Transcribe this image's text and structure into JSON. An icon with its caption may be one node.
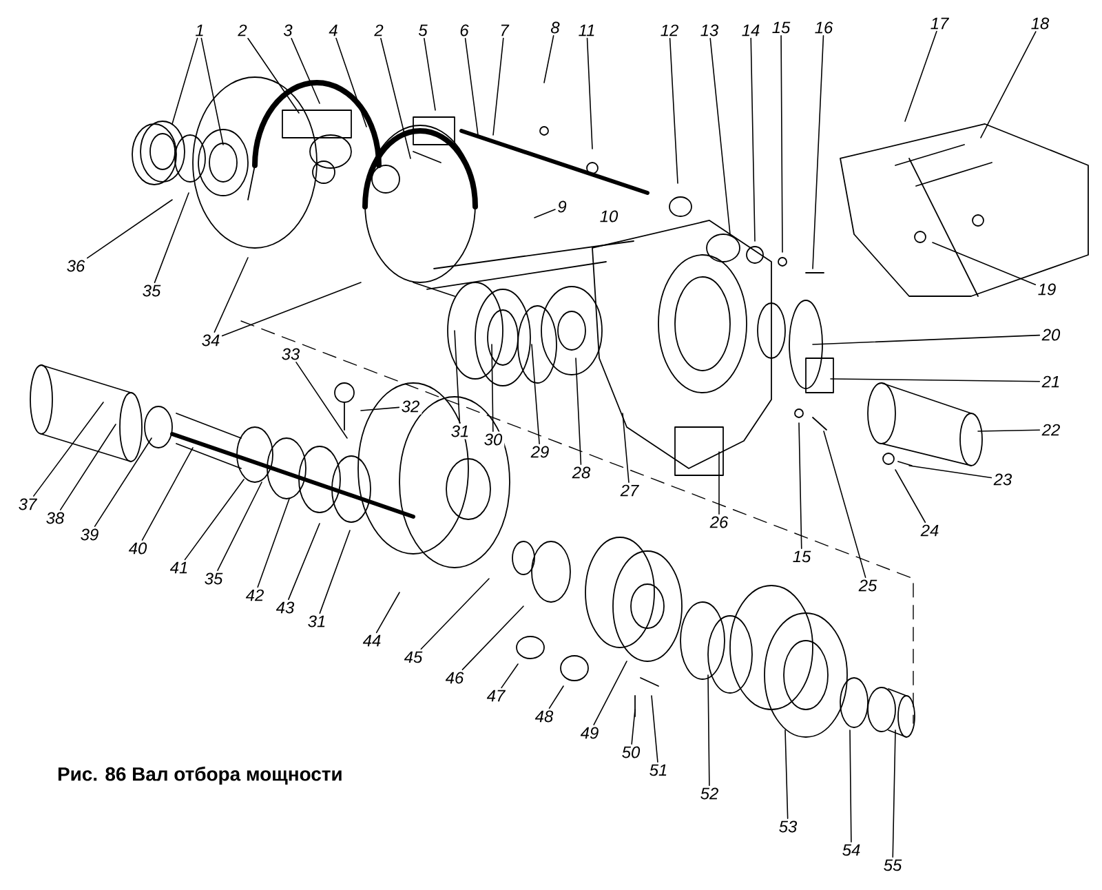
{
  "diagram": {
    "caption": "Рис. 86 Вал отбора мощности",
    "nodes": [
      {
        "text": [
          "1"
        ]
      },
      {
        "text": [
          "2"
        ]
      },
      {
        "text": [
          "3"
        ]
      },
      {
        "text": [
          "4"
        ]
      },
      {
        "text": [
          "2"
        ]
      },
      {
        "text": [
          "5"
        ]
      },
      {
        "text": [
          "6"
        ]
      },
      {
        "text": [
          "7"
        ]
      },
      {
        "text": [
          "8"
        ]
      },
      {
        "text": [
          "11"
        ]
      },
      {
        "text": [
          "12"
        ]
      },
      {
        "text": [
          "13"
        ]
      },
      {
        "text": [
          "14"
        ]
      },
      {
        "text": [
          "15"
        ]
      },
      {
        "text": [
          "16"
        ]
      },
      {
        "text": [
          "17"
        ]
      },
      {
        "text": [
          "18"
        ]
      },
      {
        "text": [
          "9"
        ]
      },
      {
        "text": [
          "19"
        ]
      },
      {
        "text": [
          "34"
        ]
      },
      {
        "text": [
          "36"
        ]
      },
      {
        "text": [
          "35"
        ]
      },
      {
        "text": [
          "31"
        ]
      },
      {
        "text": [
          "30"
        ]
      },
      {
        "text": [
          "29"
        ]
      },
      {
        "text": [
          "28"
        ]
      },
      {
        "text": [
          "27"
        ]
      },
      {
        "text": [
          "20"
        ]
      },
      {
        "text": [
          "21"
        ]
      },
      {
        "text": [
          "22"
        ]
      },
      {
        "text": [
          "33"
        ]
      },
      {
        "text": [
          "32"
        ]
      },
      {
        "text": [
          "23"
        ]
      },
      {
        "text": [
          "37"
        ]
      },
      {
        "text": [
          "38"
        ]
      },
      {
        "text": [
          "26"
        ]
      },
      {
        "text": [
          "39"
        ]
      },
      {
        "text": [
          "15"
        ]
      },
      {
        "text": [
          "40"
        ]
      },
      {
        "text": [
          "24"
        ]
      },
      {
        "text": [
          "25"
        ]
      },
      {
        "text": [
          "41"
        ]
      },
      {
        "text": [
          "35"
        ]
      },
      {
        "text": [
          "42"
        ]
      },
      {
        "text": [
          "43"
        ]
      },
      {
        "text": [
          "31"
        ]
      },
      {
        "text": [
          "44"
        ]
      },
      {
        "text": [
          "45"
        ]
      },
      {
        "text": [
          "46"
        ]
      },
      {
        "text": [
          "47"
        ]
      },
      {
        "text": [
          "48"
        ]
      },
      {
        "text": [
          "49"
        ]
      },
      {
        "text": [
          "50"
        ]
      },
      {
        "text": [
          "51"
        ]
      },
      {
        "text": [
          "52"
        ]
      },
      {
        "text": [
          "53"
        ]
      },
      {
        "text": [
          "54"
        ]
      },
      {
        "text": [
          "55"
        ]
      }
    ],
    "edges": [
      {
        "from": 0,
        "to": null,
        "arrow": "none"
      },
      {
        "from": 0,
        "to": null,
        "arrow": "none"
      },
      {
        "from": 1,
        "to": null,
        "arrow": "none"
      },
      {
        "from": 2,
        "to": null,
        "arrow": "none"
      },
      {
        "from": 3,
        "to": null,
        "arrow": "none"
      },
      {
        "from": 4,
        "to": null,
        "arrow": "none"
      },
      {
        "from": 5,
        "to": null,
        "arrow": "none"
      },
      {
        "from": 6,
        "to": null,
        "arrow": "none"
      },
      {
        "from": 7,
        "to": null,
        "arrow": "none"
      },
      {
        "from": 8,
        "to": null,
        "arrow": "none"
      },
      {
        "from": 9,
        "to": null,
        "arrow": "none"
      },
      {
        "from": 10,
        "to": null,
        "arrow": "none"
      },
      {
        "from": 11,
        "to": null,
        "arrow": "none"
      },
      {
        "from": 12,
        "to": null,
        "arrow": "none"
      },
      {
        "from": 13,
        "to": null,
        "arrow": "none"
      },
      {
        "from": 14,
        "to": null,
        "arrow": "none"
      },
      {
        "from": 15,
        "to": null,
        "arrow": "none"
      },
      {
        "from": 16,
        "to": null,
        "arrow": "none"
      },
      {
        "from": 17,
        "to": null,
        "arrow": "none"
      },
      {
        "from": 18,
        "to": null,
        "arrow": "none"
      },
      {
        "from": 19,
        "to": null,
        "arrow": "none"
      },
      {
        "from": 19,
        "to": null,
        "arrow": "none"
      },
      {
        "from": 20,
        "to": null,
        "arrow": "none"
      },
      {
        "from": 21,
        "to": null,
        "arrow": "none"
      },
      {
        "from": 22,
        "to": null,
        "arrow": "none"
      },
      {
        "from": 23,
        "to": null,
        "arrow": "none"
      },
      {
        "from": 24,
        "to": null,
        "arrow": "none"
      },
      {
        "from": 25,
        "to": null,
        "arrow": "none"
      },
      {
        "from": 26,
        "to": null,
        "arrow": "none"
      },
      {
        "from": 27,
        "to": null,
        "arrow": "none"
      },
      {
        "from": 28,
        "to": null,
        "arrow": "none"
      },
      {
        "from": 29,
        "to": null,
        "arrow": "none"
      },
      {
        "from": 30,
        "to": null,
        "arrow": "none"
      },
      {
        "from": 31,
        "to": null,
        "arrow": "none"
      },
      {
        "from": 32,
        "to": null,
        "arrow": "none"
      },
      {
        "from": 33,
        "to": null,
        "arrow": "none"
      },
      {
        "from": 34,
        "to": null,
        "arrow": "none"
      },
      {
        "from": 35,
        "to": null,
        "arrow": "none"
      },
      {
        "from": 36,
        "to": null,
        "arrow": "none"
      },
      {
        "from": 37,
        "to": null,
        "arrow": "none"
      },
      {
        "from": 38,
        "to": null,
        "arrow": "none"
      },
      {
        "from": 39,
        "to": null,
        "arrow": "none"
      },
      {
        "from": 40,
        "to": null,
        "arrow": "none"
      },
      {
        "from": 41,
        "to": null,
        "arrow": "none"
      },
      {
        "from": 42,
        "to": null,
        "arrow": "none"
      },
      {
        "from": 43,
        "to": null,
        "arrow": "none"
      },
      {
        "from": 44,
        "to": null,
        "arrow": "none"
      },
      {
        "from": 45,
        "to": null,
        "arrow": "none"
      },
      {
        "from": 46,
        "to": null,
        "arrow": "none"
      },
      {
        "from": 47,
        "to": null,
        "arrow": "none"
      },
      {
        "from": 48,
        "to": null,
        "arrow": "none"
      },
      {
        "from": 49,
        "to": null,
        "arrow": "none"
      },
      {
        "from": 50,
        "to": null,
        "arrow": "none"
      },
      {
        "from": 51,
        "to": null,
        "arrow": "none"
      },
      {
        "from": 52,
        "to": null,
        "arrow": "none"
      },
      {
        "from": 53,
        "to": null,
        "arrow": "none"
      },
      {
        "from": 54,
        "to": null,
        "arrow": "none"
      },
      {
        "from": 55,
        "to": null,
        "arrow": "none"
      },
      {
        "from": 56,
        "to": null,
        "arrow": "none"
      },
      {
        "from": 57,
        "to": null,
        "arrow": "none"
      }
    ],
    "labels": [
      "10"
    ]
  }
}
